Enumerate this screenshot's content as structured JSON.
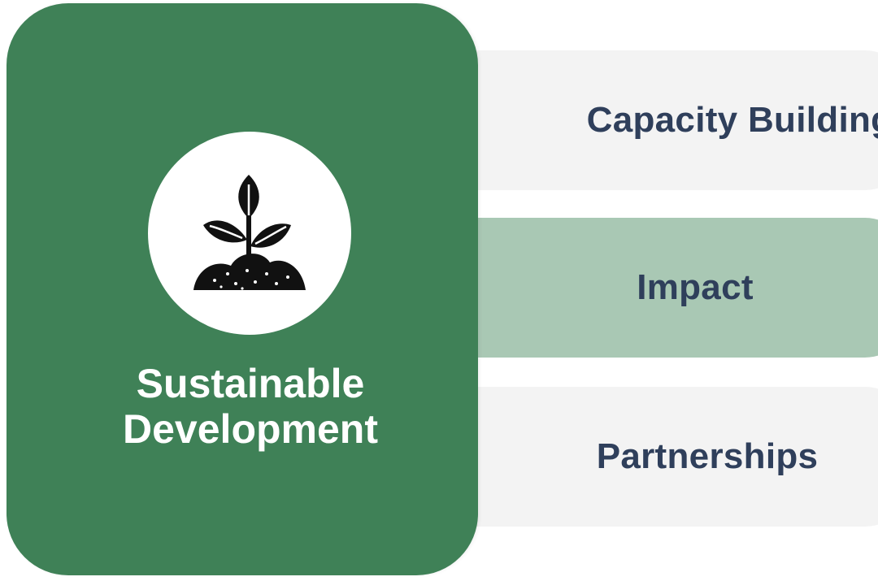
{
  "main_card": {
    "title_line1": "Sustainable",
    "title_line2": "Development",
    "icon": "plant-sprout-icon",
    "color": "#3f8157"
  },
  "tabs": [
    {
      "label": "Capacity Building",
      "color": "#f3f3f3"
    },
    {
      "label": "Impact",
      "color": "#a9c8b4"
    },
    {
      "label": "Partnerships",
      "color": "#f3f3f3"
    }
  ],
  "text_color": "#2f3f5b"
}
